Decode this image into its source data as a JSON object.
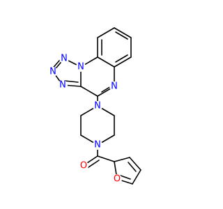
{
  "molecule": {
    "colors": {
      "bond": "#000000",
      "N": "#0000ff",
      "O": "#ff0000"
    },
    "atoms": [
      {
        "id": "n_ring1",
        "symbol": "N"
      },
      {
        "id": "n_tz1",
        "symbol": "N"
      },
      {
        "id": "n_tz2",
        "symbol": "N"
      },
      {
        "id": "n_tz3",
        "symbol": "N"
      },
      {
        "id": "n_pyrazine",
        "symbol": "N"
      },
      {
        "id": "n_pip_top",
        "symbol": "N"
      },
      {
        "id": "n_pip_bottom",
        "symbol": "N"
      },
      {
        "id": "o_carbonyl",
        "symbol": "O"
      },
      {
        "id": "o_furan",
        "symbol": "O"
      }
    ]
  }
}
